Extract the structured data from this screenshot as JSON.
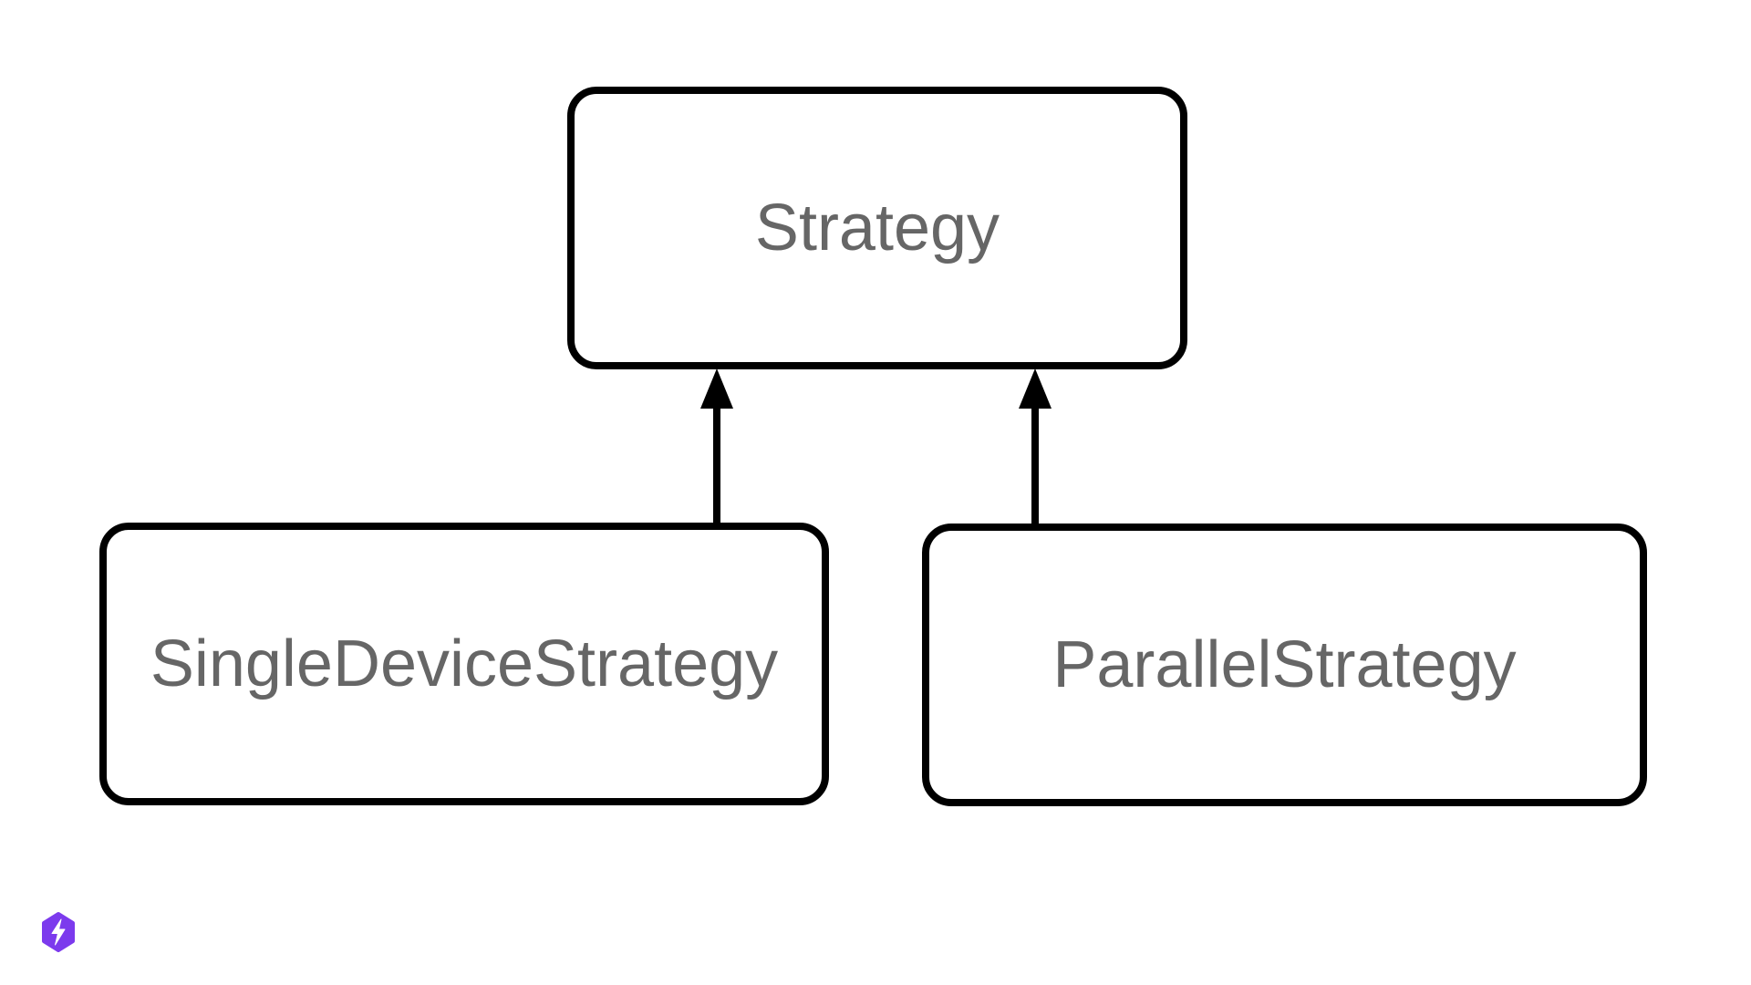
{
  "diagram": {
    "nodes": [
      {
        "id": "strategy",
        "label": "Strategy"
      },
      {
        "id": "single-device-strategy",
        "label": "SingleDeviceStrategy"
      },
      {
        "id": "parallel-strategy",
        "label": "ParallelStrategy"
      }
    ],
    "edges": [
      {
        "from": "SingleDeviceStrategy",
        "to": "Strategy",
        "style": "solid-line-filled-arrow-up"
      },
      {
        "from": "ParallelStrategy",
        "to": "Strategy",
        "style": "solid-line-filled-arrow-up"
      }
    ],
    "colors": {
      "background": "#ffffff",
      "node_border": "#000000",
      "node_fill": "#ffffff",
      "label_text": "#666666",
      "logo_purple": "#7c3aed",
      "logo_glyph": "#ffffff"
    }
  },
  "logo": {
    "icon": "lightning-bolt-hexagon"
  }
}
